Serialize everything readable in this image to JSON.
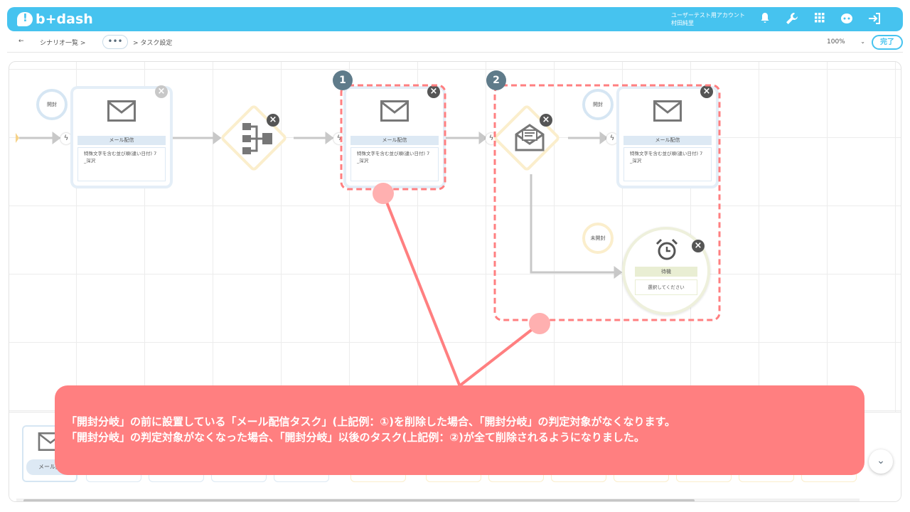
{
  "header": {
    "logo_text": "b+dash",
    "account_line1": "ユーザーテスト用アカウント",
    "account_line2": "村田純里",
    "icons": [
      "bell-icon",
      "wrench-icon",
      "apps-grid-icon",
      "support-bot-icon",
      "logout-icon"
    ]
  },
  "breadcrumb": {
    "back": "←",
    "scenario_list": "シナリオ一覧 >",
    "more": "•••",
    "current": "> タスク設定"
  },
  "toolbar": {
    "zoom": "100%",
    "done_label": "完了"
  },
  "flow": {
    "open_label": "開封",
    "unopened_label": "未開封",
    "mail_task_title": "メール配信",
    "mail_task_body_line1": "特殊文字を含む並び順(違い日付) 7",
    "mail_task_body_line2": "_深沢",
    "wait_title": "待機",
    "wait_body": "選択してください",
    "badge1": "1",
    "badge2": "2"
  },
  "tray": {
    "first_item_label": "メール配"
  },
  "callout": {
    "line1": "「開封分岐」の前に設置している「メール配信タスク」(上記例：①)を削除した場合、「開封分岐」の判定対象がなくなります。",
    "line2": "「開封分岐」の判定対象がなくなった場合、「開封分岐」以後のタスク(上記例：②)が全て削除されるようになりました。"
  },
  "colors": {
    "brand": "#46c3ef",
    "highlight": "#ff7f80",
    "badge": "#5f7b8a"
  }
}
